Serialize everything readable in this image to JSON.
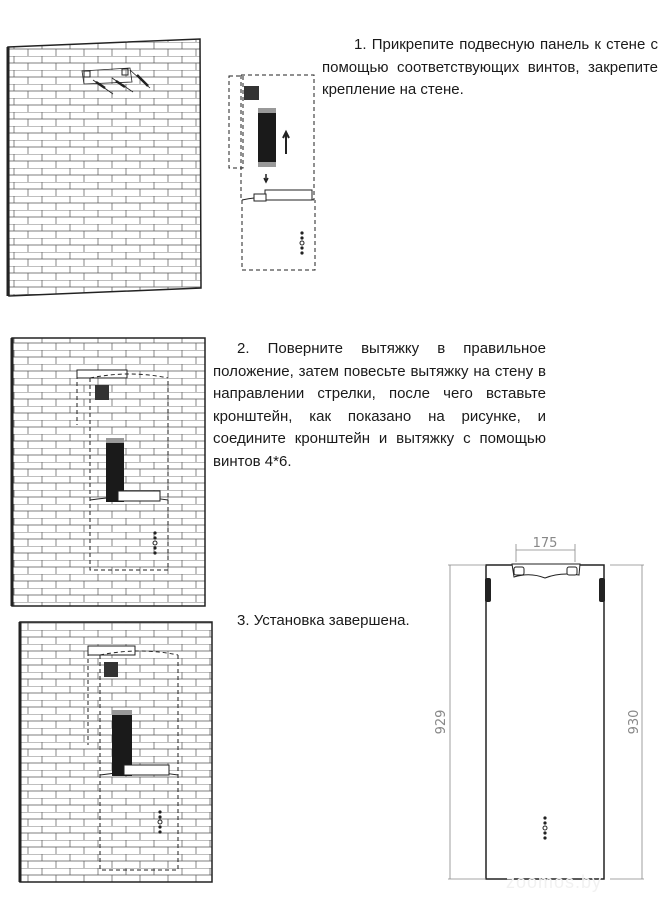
{
  "steps": [
    {
      "number": "1.",
      "text": "Прикрепите подвесную панель к стене с помощью соответствующих винтов, закрепите крепление на стене."
    },
    {
      "number": "2.",
      "text": "Поверните вытяжку в правильное положение, затем повесьте вытяжку на стену в направлении стрелки, после чего вставьте кронштейн, как показано на рисунке, и соедините кронштейн и вытяжку с помощью винтов 4*6."
    },
    {
      "number": "3.",
      "text": "Установка завершена."
    }
  ],
  "dimensions": {
    "width": "175",
    "height_left": "929",
    "height_right": "930"
  },
  "watermark": "zoomos.by"
}
